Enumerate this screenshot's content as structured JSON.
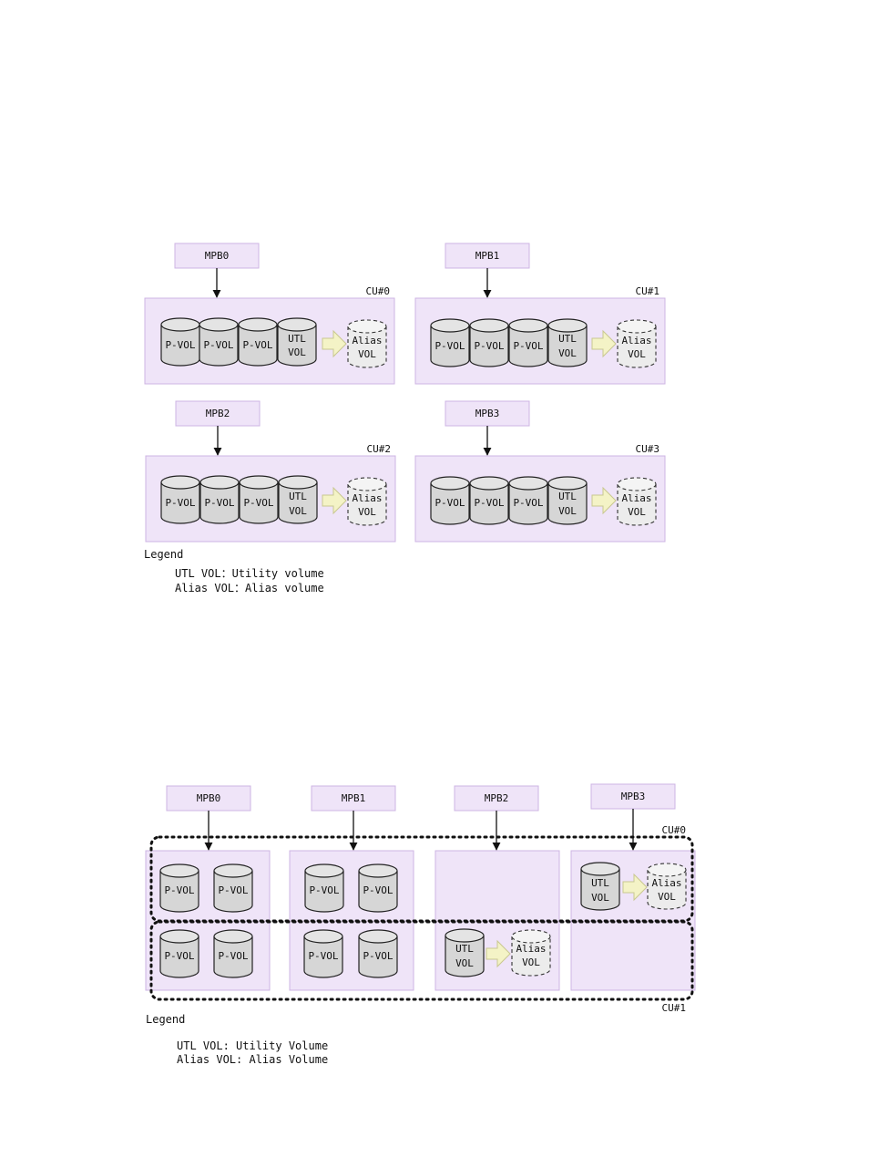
{
  "diagram1": {
    "mpbs": [
      "MPB0",
      "MPB1",
      "MPB2",
      "MPB3"
    ],
    "cus": [
      {
        "label": "CU#0",
        "vols": [
          "P-VOL",
          "P-VOL",
          "P-VOL"
        ],
        "utl": [
          "UTL",
          "VOL"
        ],
        "alias": [
          "Alias",
          "VOL"
        ]
      },
      {
        "label": "CU#1",
        "vols": [
          "P-VOL",
          "P-VOL",
          "P-VOL"
        ],
        "utl": [
          "UTL",
          "VOL"
        ],
        "alias": [
          "Alias",
          "VOL"
        ]
      },
      {
        "label": "CU#2",
        "vols": [
          "P-VOL",
          "P-VOL",
          "P-VOL"
        ],
        "utl": [
          "UTL",
          "VOL"
        ],
        "alias": [
          "Alias",
          "VOL"
        ]
      },
      {
        "label": "CU#3",
        "vols": [
          "P-VOL",
          "P-VOL",
          "P-VOL"
        ],
        "utl": [
          "UTL",
          "VOL"
        ],
        "alias": [
          "Alias",
          "VOL"
        ]
      }
    ],
    "legend": {
      "title": "Legend",
      "lines": [
        "UTL VOL：Utility volume",
        "Alias VOL：Alias volume"
      ]
    }
  },
  "diagram2": {
    "mpbs": [
      "MPB0",
      "MPB1",
      "MPB2",
      "MPB3"
    ],
    "cu_top": "CU#0",
    "cu_bottom": "CU#1",
    "pvol": "P-VOL",
    "utl": [
      "UTL",
      "VOL"
    ],
    "alias": [
      "Alias",
      "VOL"
    ],
    "legend": {
      "title": "Legend",
      "lines": [
        "UTL VOL: Utility Volume",
        "Alias VOL: Alias Volume"
      ]
    }
  },
  "colors": {
    "panel_fill": "#efe4f8",
    "panel_stroke": "#cdb4e3",
    "cylinder_fill": "#d6d6d6",
    "alias_fill": "#ececec",
    "arrow_fill": "#f4f3c6",
    "arrow_stroke": "#c9c890"
  }
}
